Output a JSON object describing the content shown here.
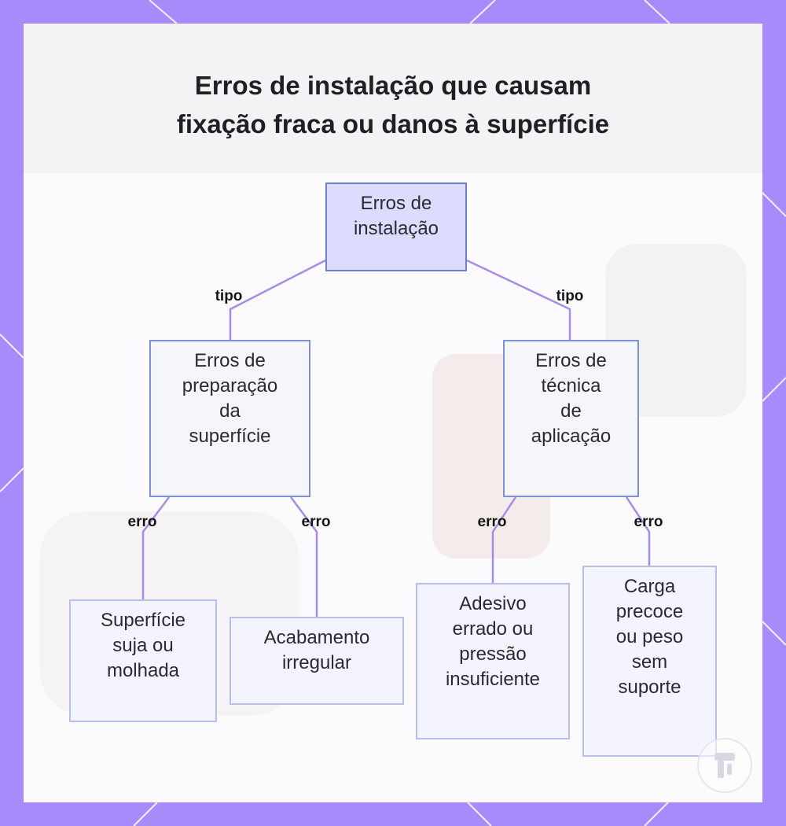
{
  "title": "Erros de instalação que causam\nfixação fraca ou danos à superfície",
  "colors": {
    "frame": "#a78bfa",
    "card": "#fbfbfd",
    "root_fill": "#dcdcff",
    "node_fill": "#f5f6fc",
    "node_border": "#7f8fd6",
    "leaf_border": "#b8c0ea",
    "connector": "#a88be4"
  },
  "nodes": {
    "root": "Erros de\ninstalação",
    "surface_prep": "Erros de\npreparação\nda\nsuperfície",
    "technique": "Erros de\ntécnica\nde\naplicação",
    "dirty_surface": "Superfície\nsuja ou\nmolhada",
    "irregular_finish": "Acabamento\nirregular",
    "wrong_adhesive": "Adesivo\nerrado ou\npressão\ninsuficiente",
    "early_load": "Carga\nprecoce\nou peso\nsem\nsuporte"
  },
  "edges": {
    "root_to_surface": "tipo",
    "root_to_technique": "tipo",
    "surface_to_dirty": "erro",
    "surface_to_irregular": "erro",
    "technique_to_adhesive": "erro",
    "technique_to_load": "erro"
  },
  "logo_icon": "brand-logo-icon"
}
